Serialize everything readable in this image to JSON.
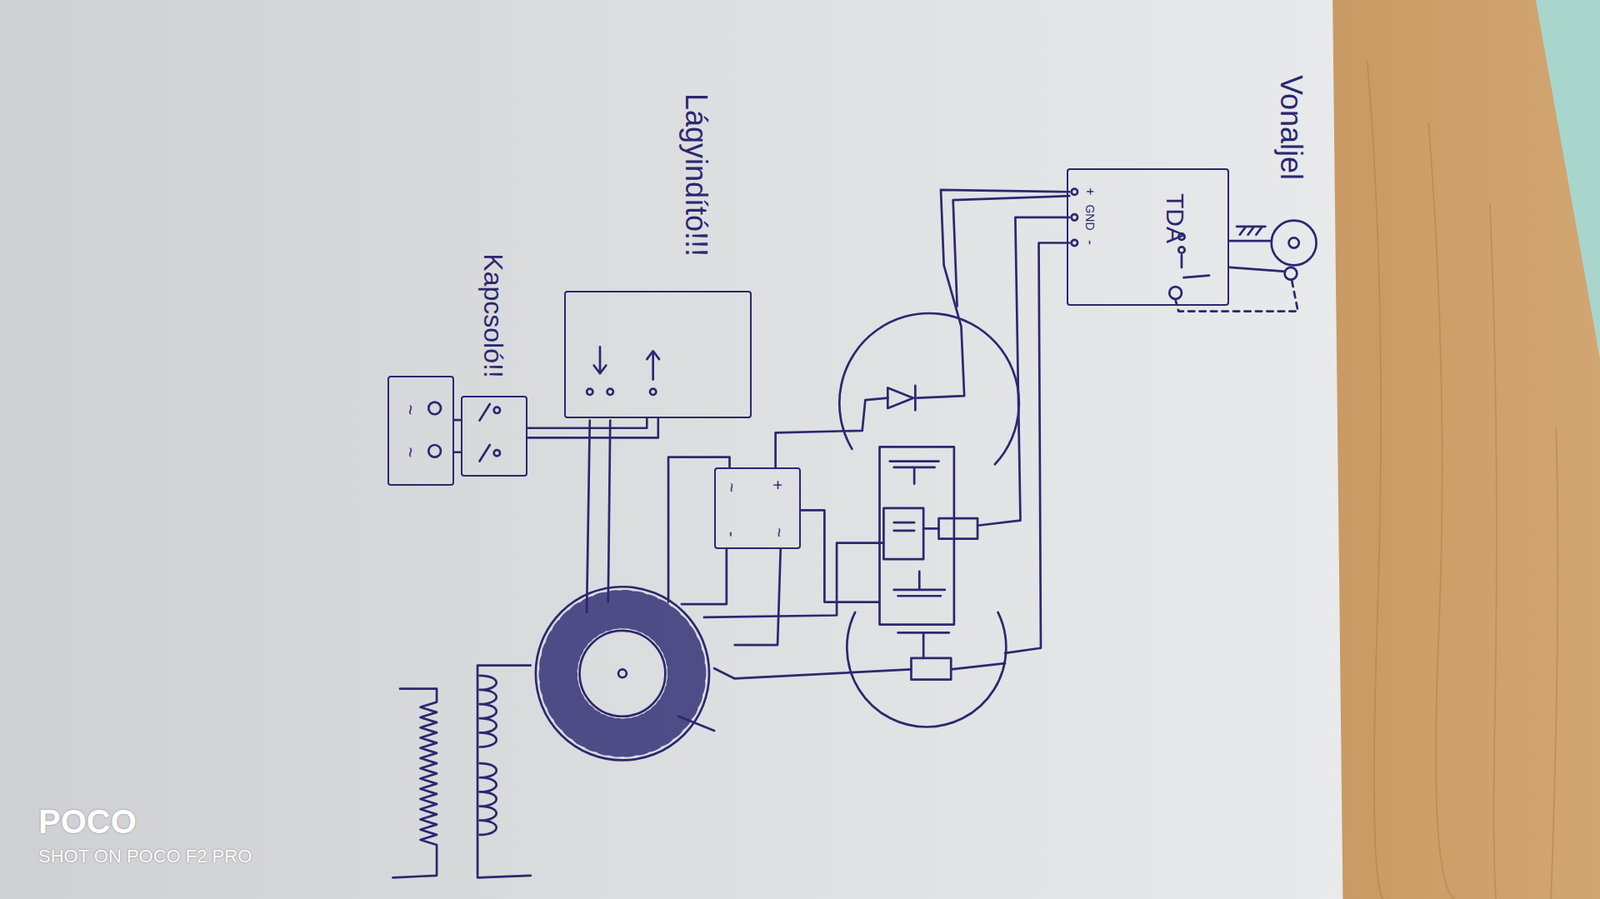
{
  "diagram": {
    "nodes": [
      {
        "text": [
          "TDA"
        ]
      },
      {
        "text": [
          "Lágyindító!!!"
        ]
      },
      {
        "text": [
          "Kapcsoló!!"
        ]
      },
      {
        "text": [
          "+",
          "~",
          "-",
          "~"
        ]
      },
      {
        "text": [
          "~",
          "~"
        ]
      }
    ],
    "edges": [
      {
        "from": 2,
        "to": 1,
        "arrow": "none"
      },
      {
        "from": 4,
        "to": 2,
        "arrow": "none"
      }
    ],
    "labels": [
      "Vonaljel",
      "+",
      "GND",
      "-",
      "POCO",
      "SHOT ON POCO F2 PRO"
    ]
  }
}
